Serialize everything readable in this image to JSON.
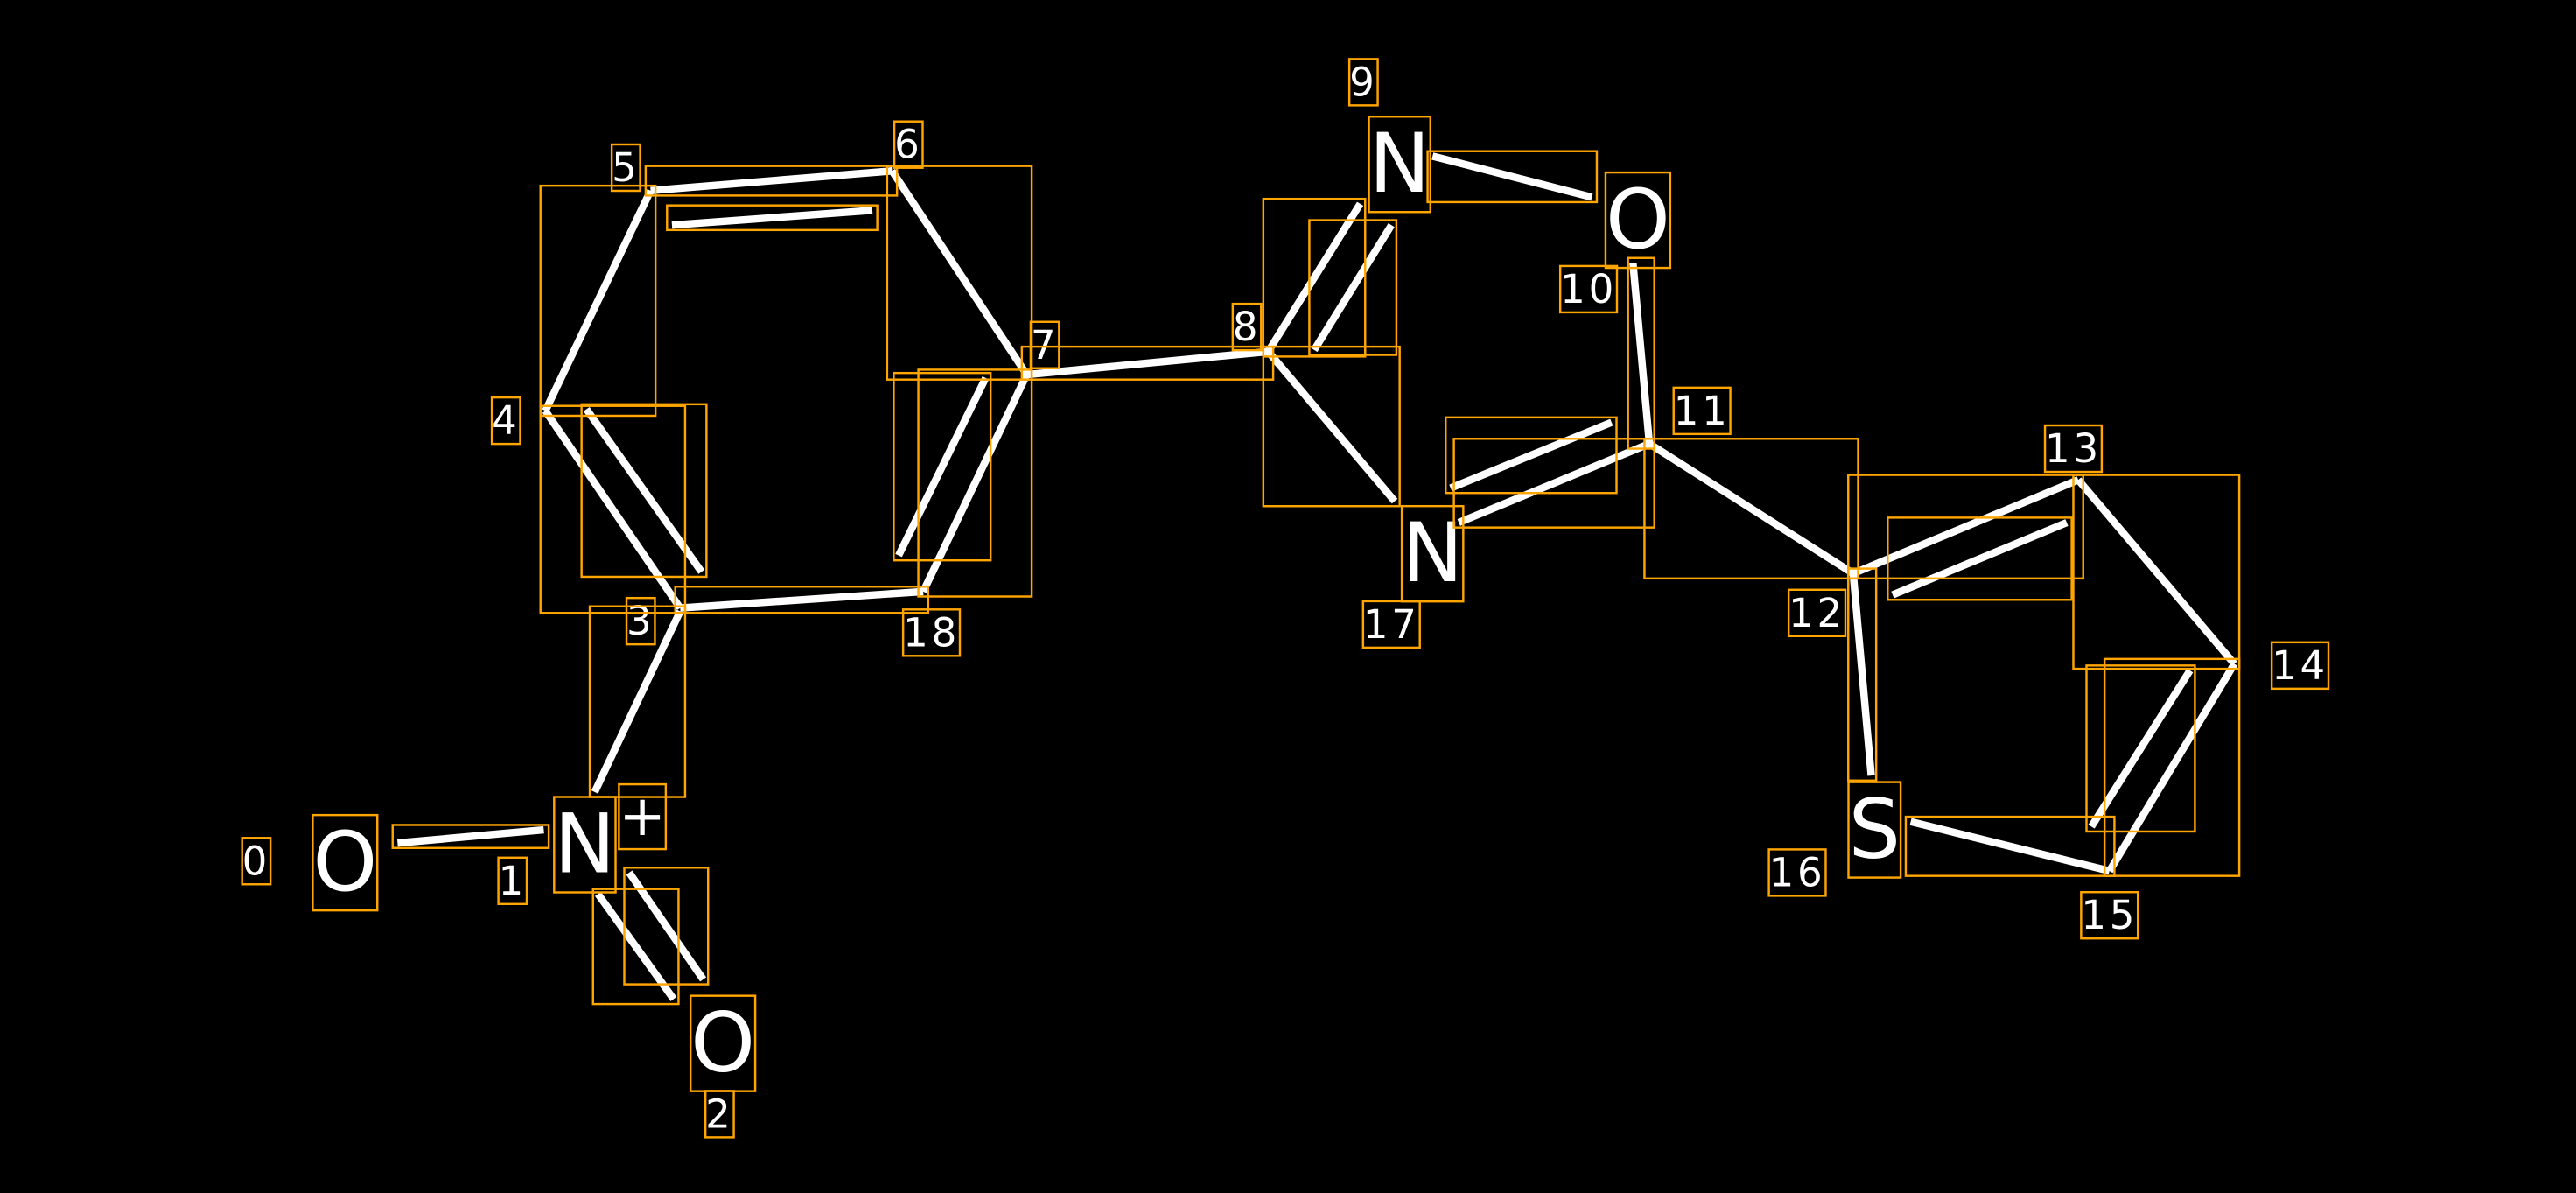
{
  "colors": {
    "background": "#000000",
    "bond": "#FFFFFF",
    "box": "#FFA500"
  },
  "atoms": [
    {
      "index": "0",
      "symbol": "O"
    },
    {
      "index": "1",
      "symbol": "N",
      "charge": "+"
    },
    {
      "index": "2",
      "symbol": "O"
    },
    {
      "index": "3"
    },
    {
      "index": "4"
    },
    {
      "index": "5"
    },
    {
      "index": "6"
    },
    {
      "index": "7"
    },
    {
      "index": "8"
    },
    {
      "index": "9",
      "symbol": "N"
    },
    {
      "index": "10",
      "symbol": "O"
    },
    {
      "index": "11"
    },
    {
      "index": "12"
    },
    {
      "index": "13"
    },
    {
      "index": "14"
    },
    {
      "index": "15"
    },
    {
      "index": "16",
      "symbol": "S"
    },
    {
      "index": "17",
      "symbol": "N"
    },
    {
      "index": "18"
    }
  ]
}
